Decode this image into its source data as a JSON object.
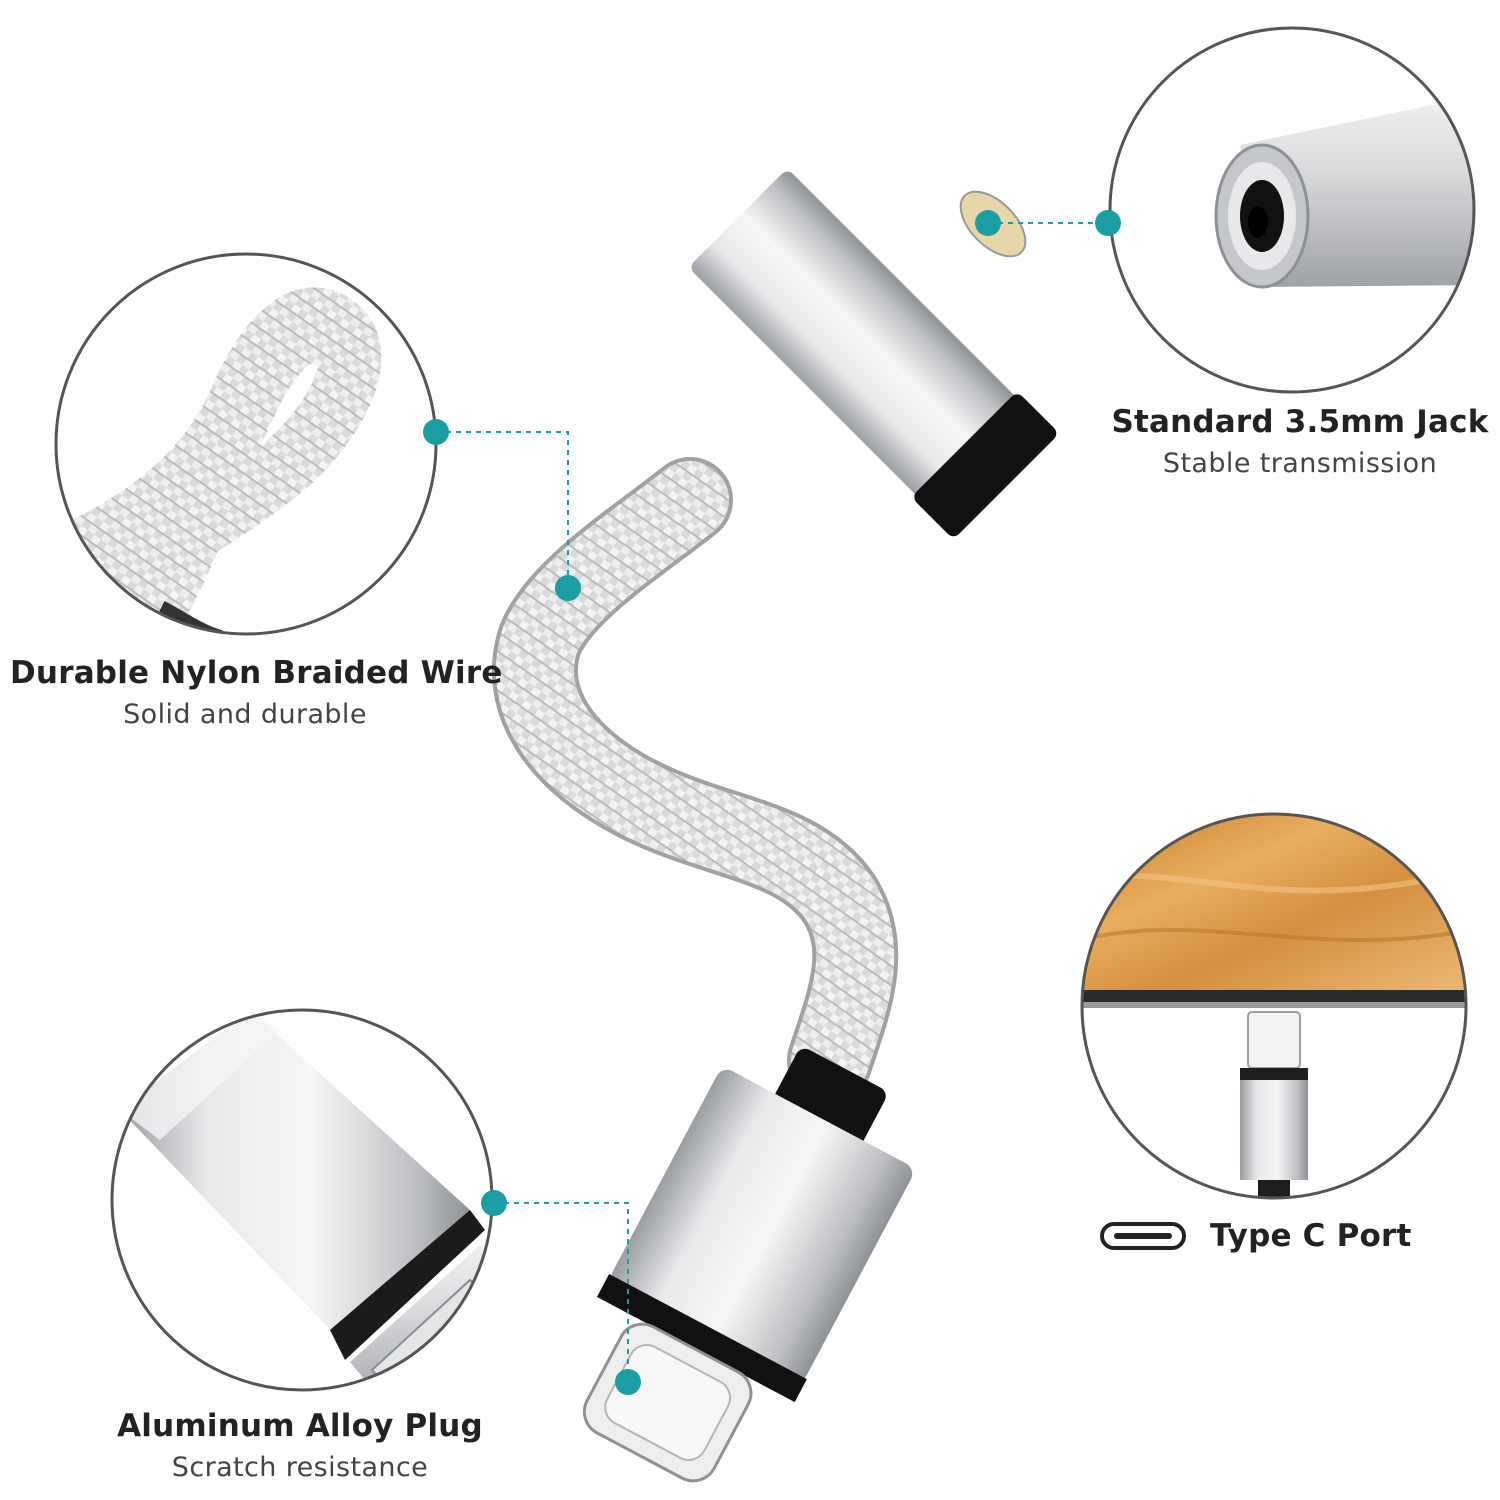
{
  "features": {
    "jack": {
      "title": "Standard 3.5mm Jack",
      "subtitle": "Stable transmission"
    },
    "nylon": {
      "title": "Durable Nylon Braided Wire",
      "subtitle": "Solid and durable"
    },
    "plug": {
      "title": "Aluminum Alloy Plug",
      "subtitle": "Scratch resistance"
    },
    "typec": {
      "title": "Type C Port"
    }
  },
  "colors": {
    "accent": "#1a9ea3",
    "outline": "#555555",
    "silver": "#c9cbce",
    "wood": "#e0a24f"
  },
  "icons": [
    "usb-c-port-icon"
  ]
}
